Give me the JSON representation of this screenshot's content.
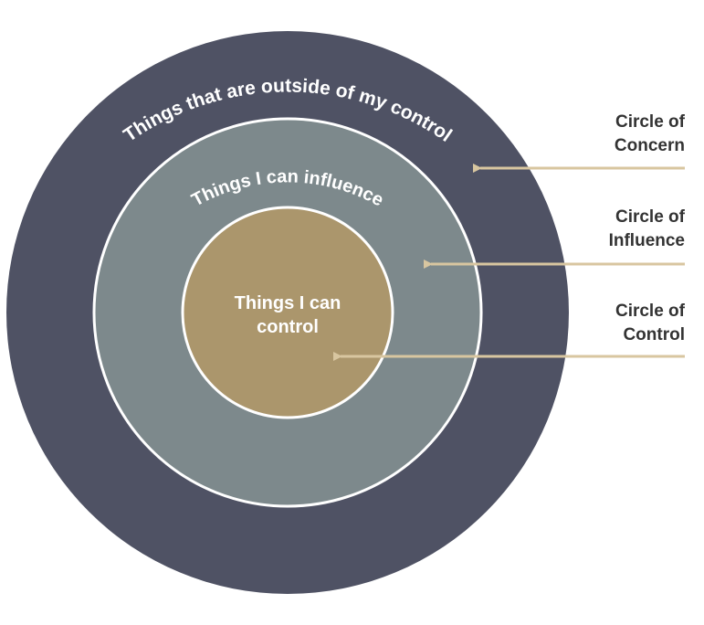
{
  "diagram": {
    "concern": {
      "arc_text": "Things that are outside of my control",
      "label_line1": "Circle of",
      "label_line2": "Concern",
      "color": "#4f5264"
    },
    "influence": {
      "arc_text": "Things I can influence",
      "label_line1": "Circle of",
      "label_line2": "Influence",
      "color": "#7d898c"
    },
    "control": {
      "text_line1": "Things I can",
      "text_line2": "control",
      "label_line1": "Circle of",
      "label_line2": "Control",
      "color": "#ab966c"
    },
    "arrow_color": "#d8c6a0",
    "label_color": "#333333"
  }
}
